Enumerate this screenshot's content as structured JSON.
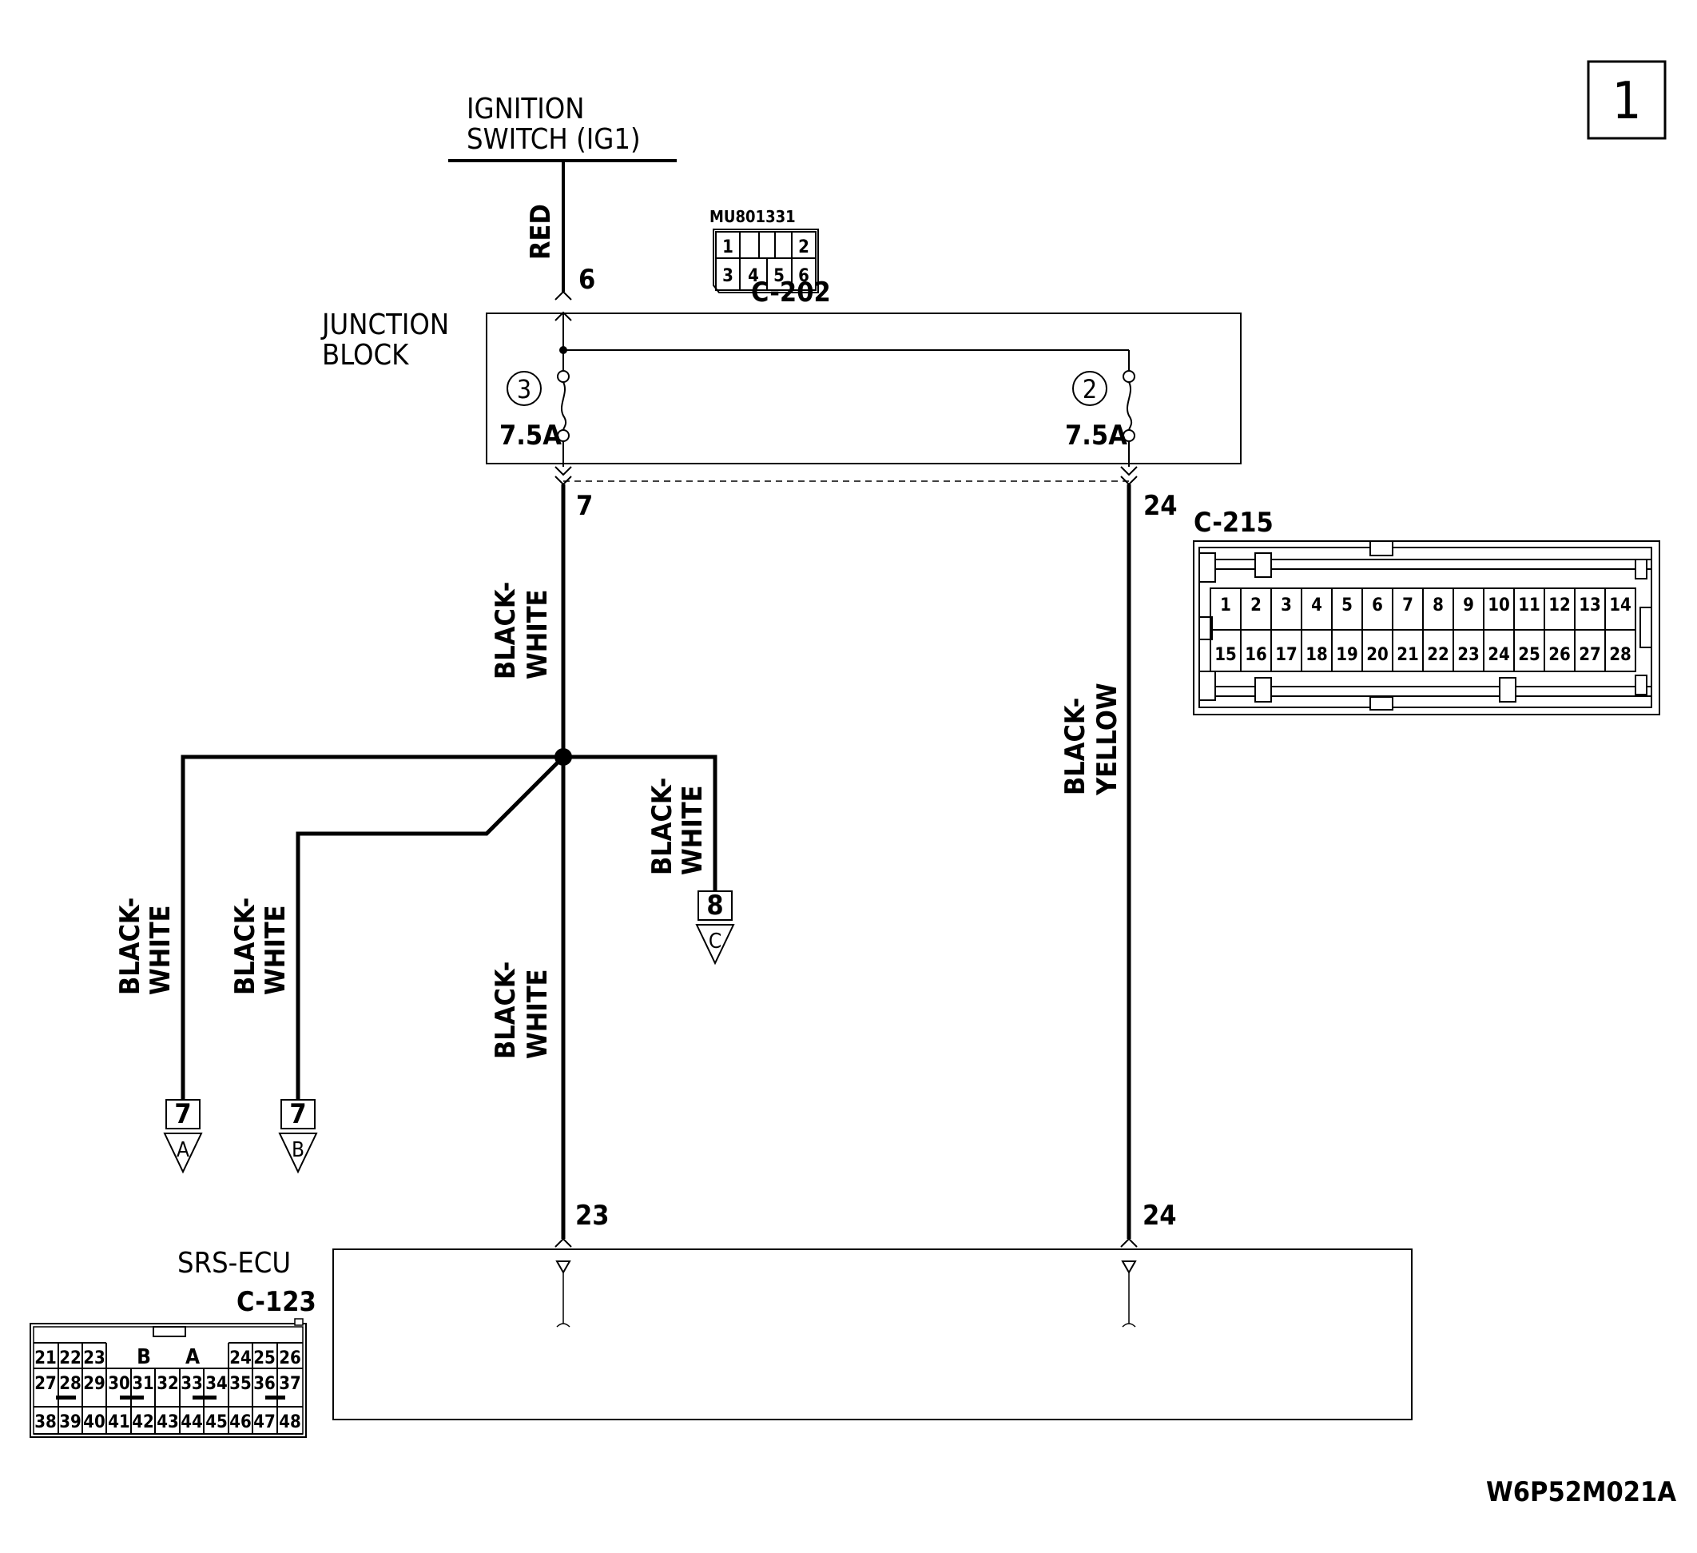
{
  "page_number": "1",
  "ignition": {
    "line1": "IGNITION",
    "line2": "SWITCH (IG1)"
  },
  "wires": {
    "red": "RED",
    "bw_a": "BLACK-",
    "bw_b": "WHITE",
    "by_a": "BLACK-",
    "by_b": "YELLOW"
  },
  "connector_c202": {
    "name": "C-202",
    "part": "MU801331",
    "pins_top": [
      "1",
      "2"
    ],
    "pins_bottom": [
      "3",
      "4",
      "5",
      "6"
    ]
  },
  "junction_block": {
    "line1": "JUNCTION",
    "line2": "BLOCK",
    "fuse_left_num": "3",
    "fuse_left_rating": "7.5A",
    "fuse_right_num": "2",
    "fuse_right_rating": "7.5A"
  },
  "pins": {
    "jb_in": "6",
    "jb_out_left": "7",
    "jb_out_right": "24",
    "ecu_left": "23",
    "ecu_right": "24"
  },
  "connector_c215": {
    "name": "C-215",
    "row1": [
      "1",
      "2",
      "3",
      "4",
      "5",
      "6",
      "7",
      "8",
      "9",
      "10",
      "11",
      "12",
      "13",
      "14"
    ],
    "row2": [
      "15",
      "16",
      "17",
      "18",
      "19",
      "20",
      "21",
      "22",
      "23",
      "24",
      "25",
      "26",
      "27",
      "28"
    ]
  },
  "offpage": {
    "a": {
      "num": "7",
      "letter": "A"
    },
    "b": {
      "num": "7",
      "letter": "B"
    },
    "c": {
      "num": "8",
      "letter": "C"
    }
  },
  "srs_ecu": {
    "name": "SRS-ECU",
    "connector": "C-123"
  },
  "connector_c123": {
    "row1_left": [
      "21",
      "22",
      "23"
    ],
    "label_b": "B",
    "label_a": "A",
    "row1_right": [
      "24",
      "25",
      "26"
    ],
    "row2": [
      "27",
      "28",
      "29",
      "30",
      "31",
      "32",
      "33",
      "34",
      "35",
      "36",
      "37"
    ],
    "row3": [
      "38",
      "39",
      "40",
      "41",
      "42",
      "43",
      "44",
      "45",
      "46",
      "47",
      "48"
    ]
  },
  "figure_code": "W6P52M021A"
}
